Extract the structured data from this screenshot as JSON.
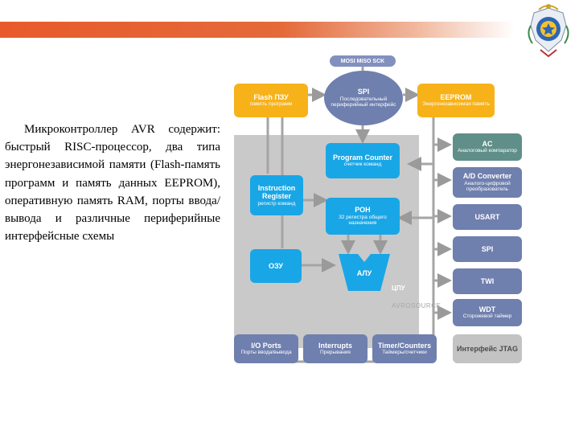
{
  "slide": {
    "body_text": "Микроконтроллер AVR содержит: быстрый RISC-процессор, два типа энергонезависимой памяти (Flash-память программ и память данных EEPROM), оперативную память RAM, порты ввода/вывода и различные периферийные интерфейсные схемы"
  },
  "diagram": {
    "bus_pill": "MOSI MISO SCK",
    "flash": {
      "title": "Flash ПЗУ",
      "sub": "память программ"
    },
    "spi": {
      "title": "SPI",
      "sub": "Последовательный периферийный интерфейс"
    },
    "eeprom": {
      "title": "EEPROM",
      "sub": "Энергонезависимая память"
    },
    "program_counter": {
      "title": "Program Counter",
      "sub": "счетчик команд"
    },
    "instruction_register": {
      "title": "Instruction Register",
      "sub": "регистр команд"
    },
    "ron": {
      "title": "РОН",
      "sub": "32 регистра общего назначения"
    },
    "ozu": {
      "title": "ОЗУ"
    },
    "alu": {
      "title": "АЛУ"
    },
    "cpu": {
      "label": "ЦПУ"
    },
    "watermark": "AVROSOURCE",
    "ac": {
      "title": "AC",
      "sub": "Аналоговый компаратор"
    },
    "adc": {
      "title": "A/D Converter",
      "sub": "Аналого-цифровой преобразователь"
    },
    "usart": {
      "title": "USART"
    },
    "spi_right": {
      "title": "SPI"
    },
    "twi": {
      "title": "TWI"
    },
    "wdt": {
      "title": "WDT",
      "sub": "Сторожевой таймер"
    },
    "io_ports": {
      "title": "I/O Ports",
      "sub": "Порты ввода/вывода"
    },
    "interrupts": {
      "title": "Interrupts",
      "sub": "Прерывания"
    },
    "timers": {
      "title": "Timer/Counters",
      "sub": "Таймеры/счетчики"
    },
    "jtag": {
      "title": "Интерфейс JTAG"
    },
    "colors": {
      "cyan": "#19a6e6",
      "yellow": "#f7b21a",
      "purple": "#6f7fae",
      "teal": "#5f8f88",
      "gray": "#c3c3c3",
      "header": "#e85a2b"
    }
  }
}
